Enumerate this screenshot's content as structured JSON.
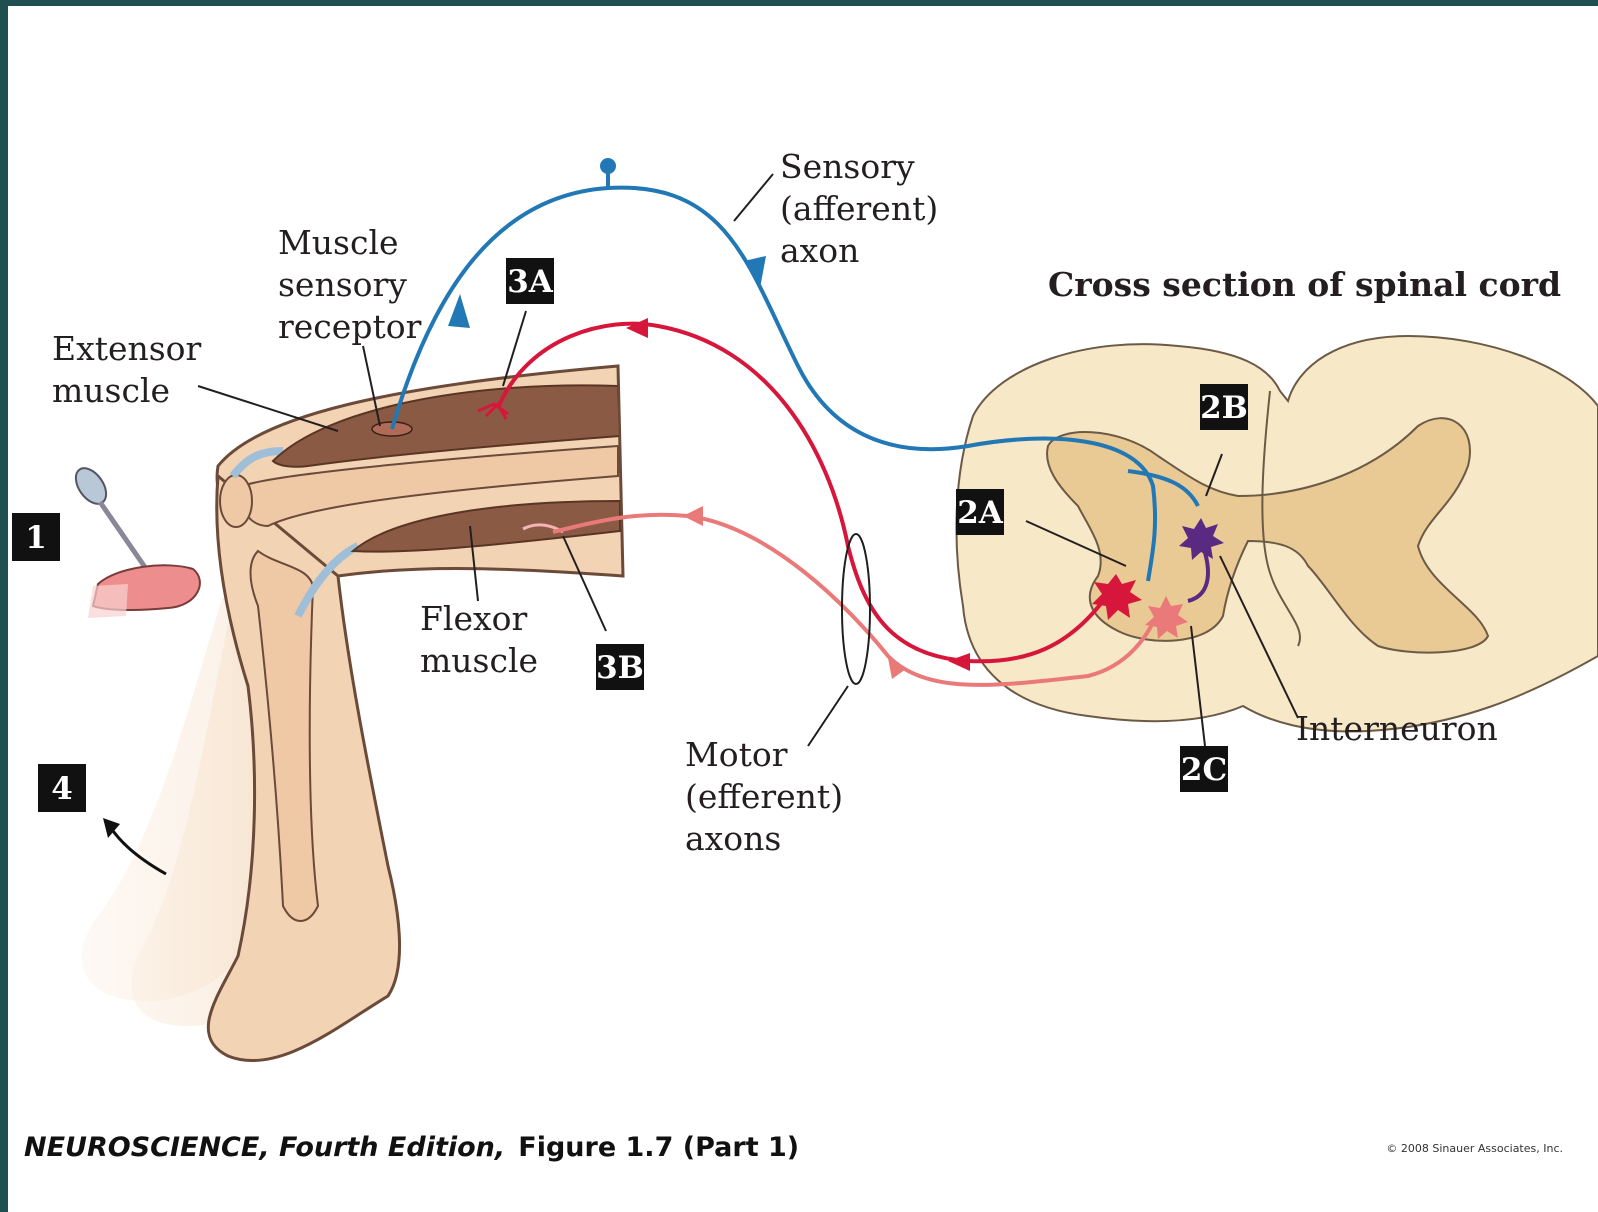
{
  "labels": {
    "muscle_sensory_receptor": [
      "Muscle",
      "sensory",
      "receptor"
    ],
    "extensor_muscle": [
      "Extensor",
      "muscle"
    ],
    "sensory_axon": [
      "Sensory",
      "(afferent)",
      "axon"
    ],
    "cross_section": "Cross section of spinal cord",
    "flexor_muscle": [
      "Flexor",
      "muscle"
    ],
    "motor_axons": [
      "Motor",
      "(efferent)",
      "axons"
    ],
    "interneuron": "Interneuron"
  },
  "tags": {
    "t1": "1",
    "t2a": "2A",
    "t2b": "2B",
    "t2c": "2C",
    "t3a": "3A",
    "t3b": "3B",
    "t4": "4"
  },
  "caption": {
    "book": "NEUROSCIENCE, Fourth Edition,",
    "figure": "Figure 1.7 (Part 1)"
  },
  "copyright": "© 2008 Sinauer Associates, Inc.",
  "colors": {
    "sensory_axon": "#2277b5",
    "extensor_motor": "#d6163a",
    "flexor_motor": "#ea7a7a",
    "interneuron": "#5a2a82",
    "spinal_cord": "#f7e8c8",
    "gray_matter": "#e9c994",
    "muscle": "#8b5a45",
    "skin": "#f2d3b3"
  }
}
